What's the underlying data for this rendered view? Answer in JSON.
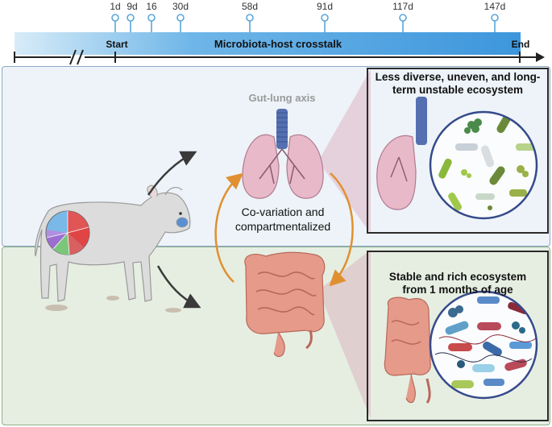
{
  "timeline": {
    "days": [
      "1d",
      "9d",
      "16",
      "30d",
      "58d",
      "91d",
      "117d",
      "147d"
    ],
    "start_label": "Start",
    "end_label": "End",
    "bar_title": "Microbiota-host crosstalk"
  },
  "center": {
    "gut_lung_label": "Gut-lung axis",
    "covariation_line1": "Co-variation and",
    "covariation_line2": "compartmentalized"
  },
  "lung_callout": {
    "line1": "Less diverse, uneven, and long-",
    "line2": "term unstable ecosystem"
  },
  "gut_callout": {
    "line1": "Stable and rich ecosystem",
    "line2": "from 1 months of age"
  },
  "colors": {
    "upper_panel_bg": "#edf3f8",
    "lower_panel_bg": "#e6eee2",
    "timeline_bar": "#4a9fdf",
    "arrow_orange": "#e09030",
    "lung_pink": "#e8b9c8",
    "gut_pink": "#e59a8a",
    "trachea_blue": "#5470b0"
  }
}
